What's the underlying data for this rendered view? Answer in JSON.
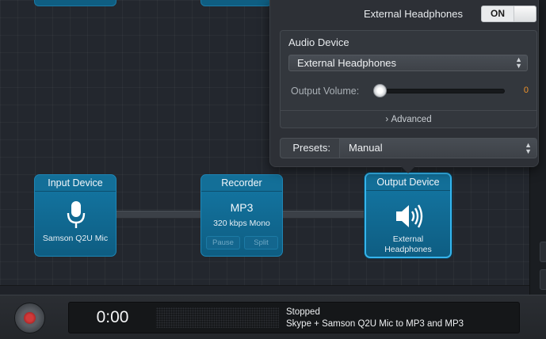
{
  "popover": {
    "title": "External Headphones",
    "toggle_label": "ON",
    "audio_device_label": "Audio Device",
    "audio_device_value": "External Headphones",
    "output_volume_label": "Output Volume:",
    "output_volume_value": "0",
    "advanced_label": "Advanced",
    "presets_label": "Presets:",
    "presets_value": "Manual"
  },
  "blocks": {
    "input": {
      "title": "Input Device",
      "icon": "microphone-icon",
      "device": "Samson Q2U Mic"
    },
    "recorder": {
      "title": "Recorder",
      "format": "MP3",
      "details": "320 kbps Mono",
      "pause_label": "Pause",
      "split_label": "Split"
    },
    "output": {
      "title": "Output Device",
      "icon": "speaker-icon",
      "device_line1": "External",
      "device_line2": "Headphones"
    }
  },
  "transport": {
    "time": "0:00",
    "status_line1": "Stopped",
    "status_line2": "Skype + Samson Q2U Mic to MP3 and MP3"
  },
  "colors": {
    "block_blue": "#1478a5",
    "selected_border": "#35b4ec",
    "volume_value": "#f0932b",
    "record_red": "#d03a3a"
  }
}
